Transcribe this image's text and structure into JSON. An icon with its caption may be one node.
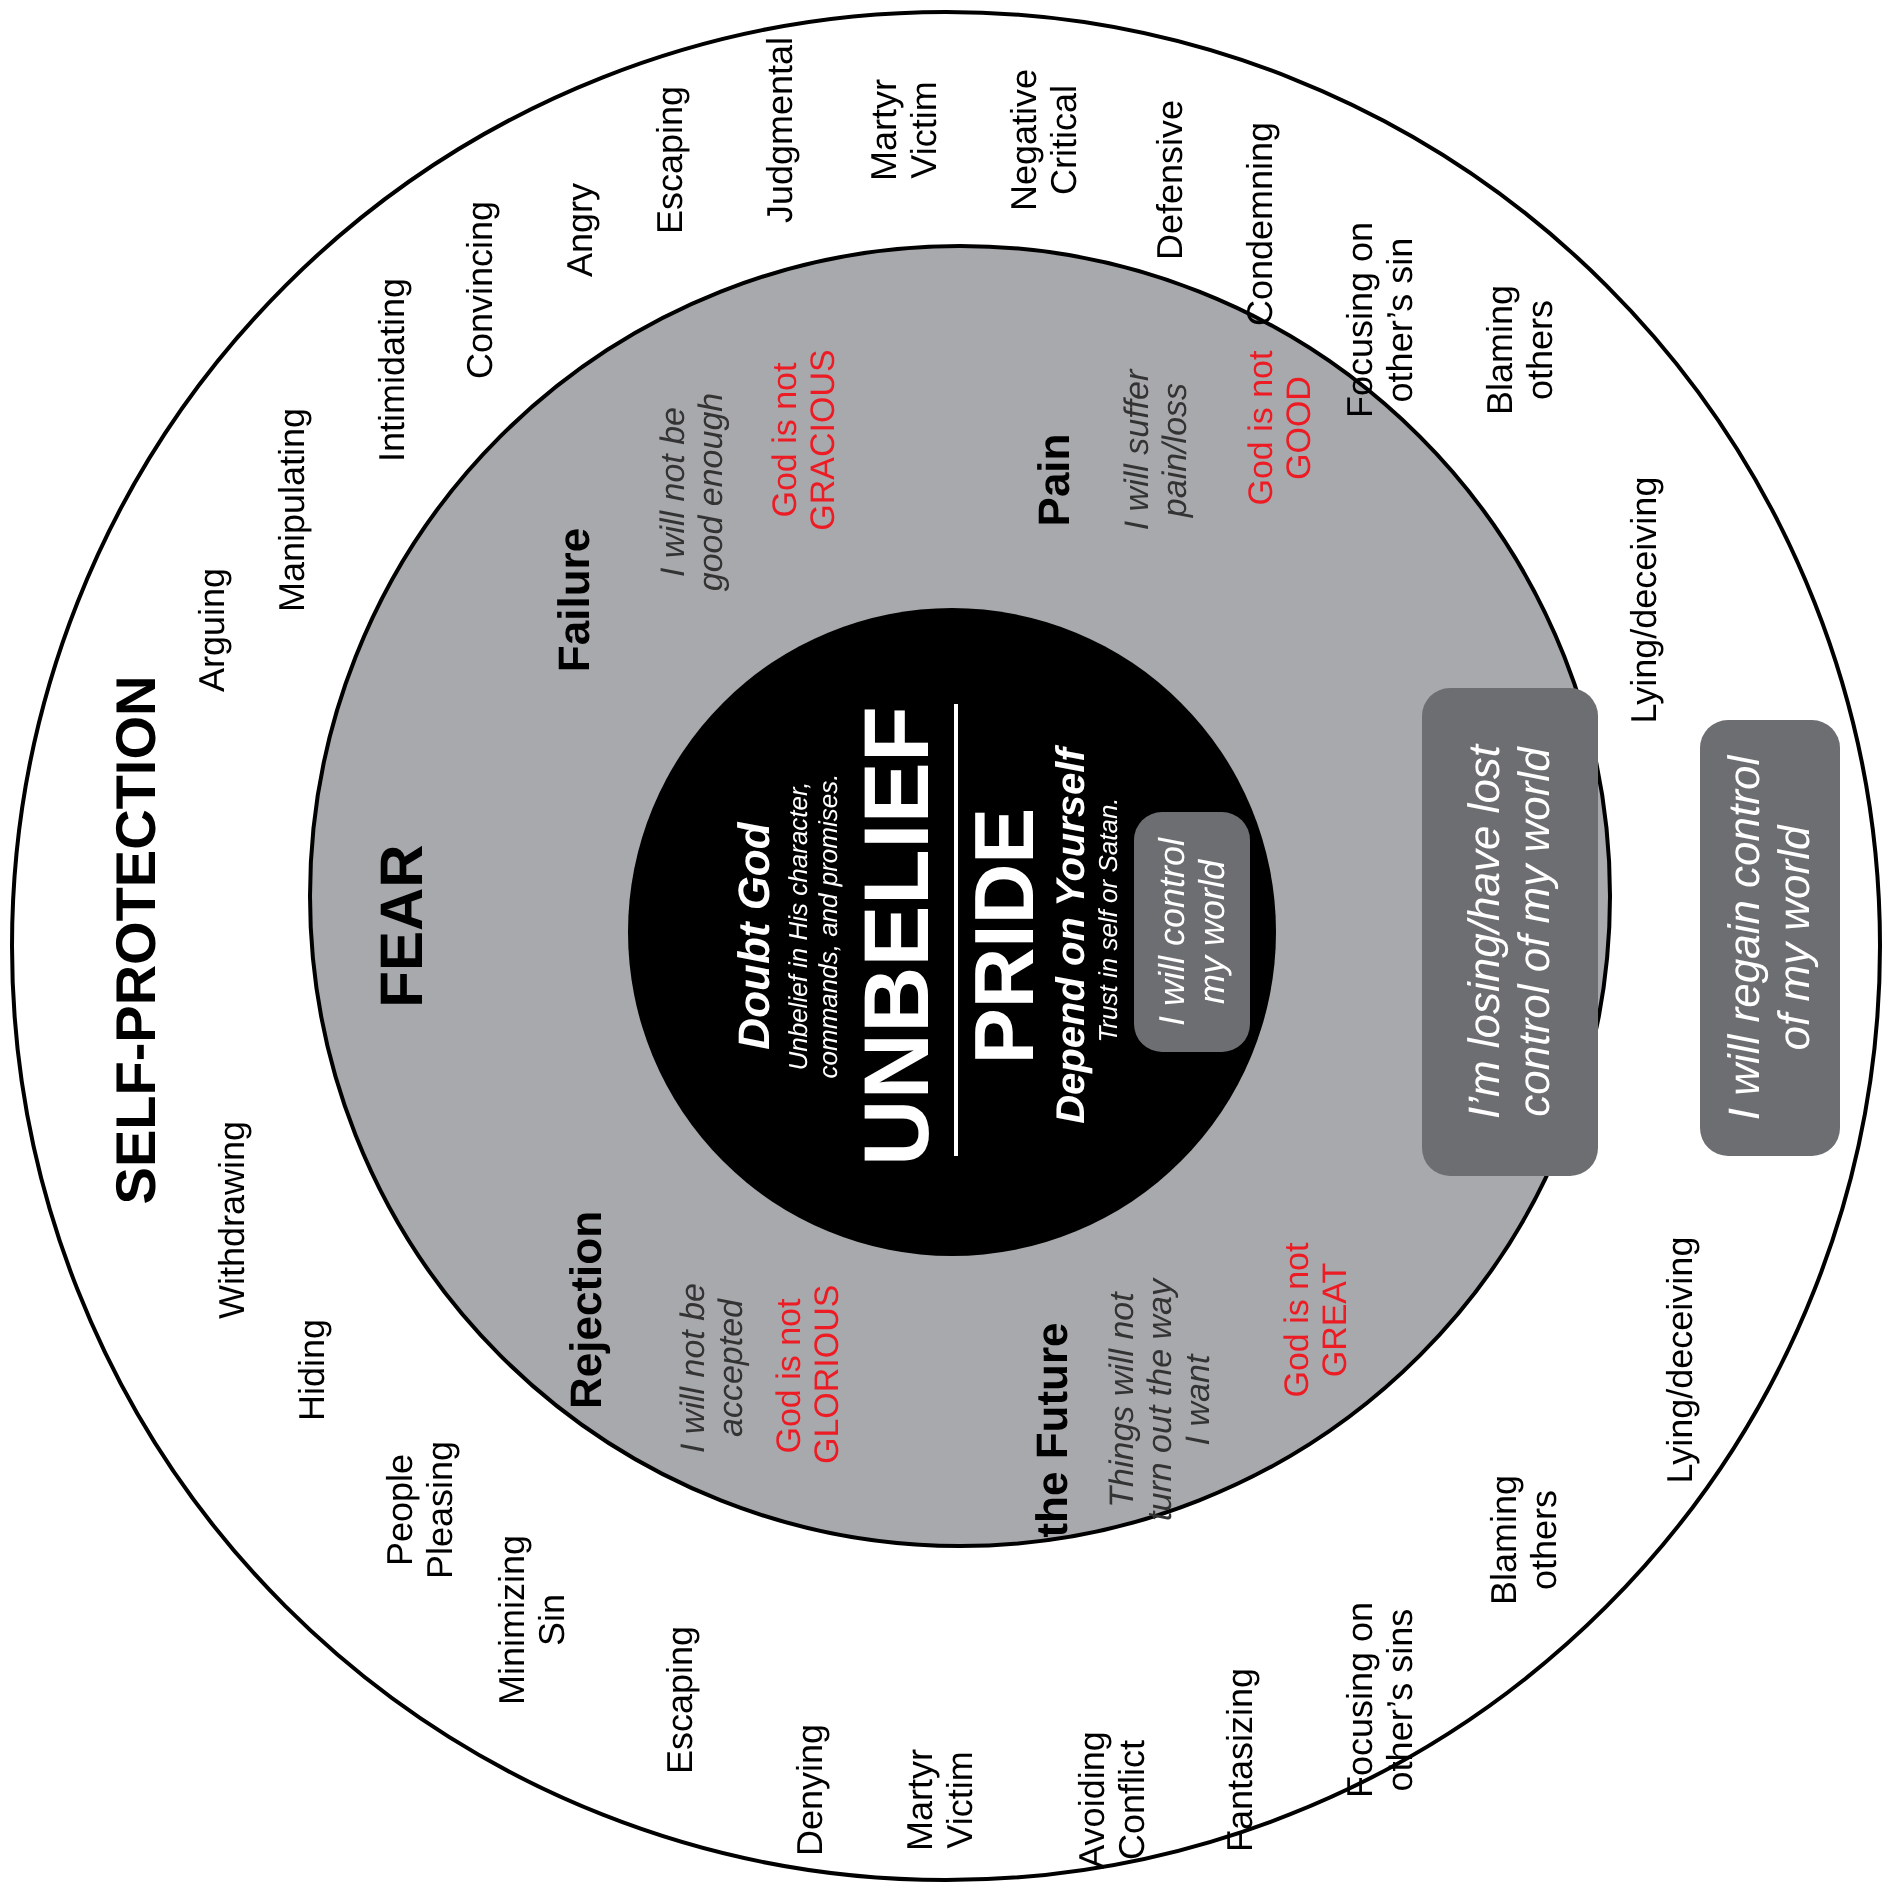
{
  "diagram": {
    "nodes": [
      {
        "text": [
          "SELF-PROTECTION"
        ]
      },
      {
        "text": [
          "FEAR"
        ],
        "in": 0
      },
      {
        "text": [
          "Doubt God",
          "Unbelief in His character, commands, and promises.",
          "UNBELIEF",
          "PRIDE",
          "Depend on Yourself",
          "Trust in self or Satan."
        ],
        "in": 1
      },
      {
        "text": [
          "I will control my world"
        ],
        "in": 2
      },
      {
        "text": [
          "I’m losing/have lost control of my world"
        ],
        "in": 1
      },
      {
        "text": [
          "I will regain control of my world"
        ],
        "in": 0
      }
    ],
    "labels": [
      "Failure",
      "I will not be good enough",
      "God is not GRACIOUS",
      "Pain",
      "I will suffer pain/loss",
      "God is not GOOD",
      "Rejection",
      "I will not be accepted",
      "God is not GLORIOUS",
      "the Future",
      "Things will not turn out the way I want",
      "God is not GREAT",
      "Arguing",
      "Manipulating",
      "Intimidating",
      "Convincing",
      "Angry",
      "Escaping",
      "Judgmental",
      "Martyr Victim",
      "Negative Critical",
      "Defensive",
      "Condemning",
      "Focusing on other’s sin",
      "Blaming others",
      "Lying/deceiving",
      "Withdrawing",
      "Hiding",
      "People Pleasing",
      "Minimizing Sin",
      "Escaping",
      "Denying",
      "Martyr Victim",
      "Avoiding Conflict",
      "Fantasizing",
      "Focusing on other’s sins",
      "Blaming others",
      "Lying/deceiving"
    ]
  }
}
